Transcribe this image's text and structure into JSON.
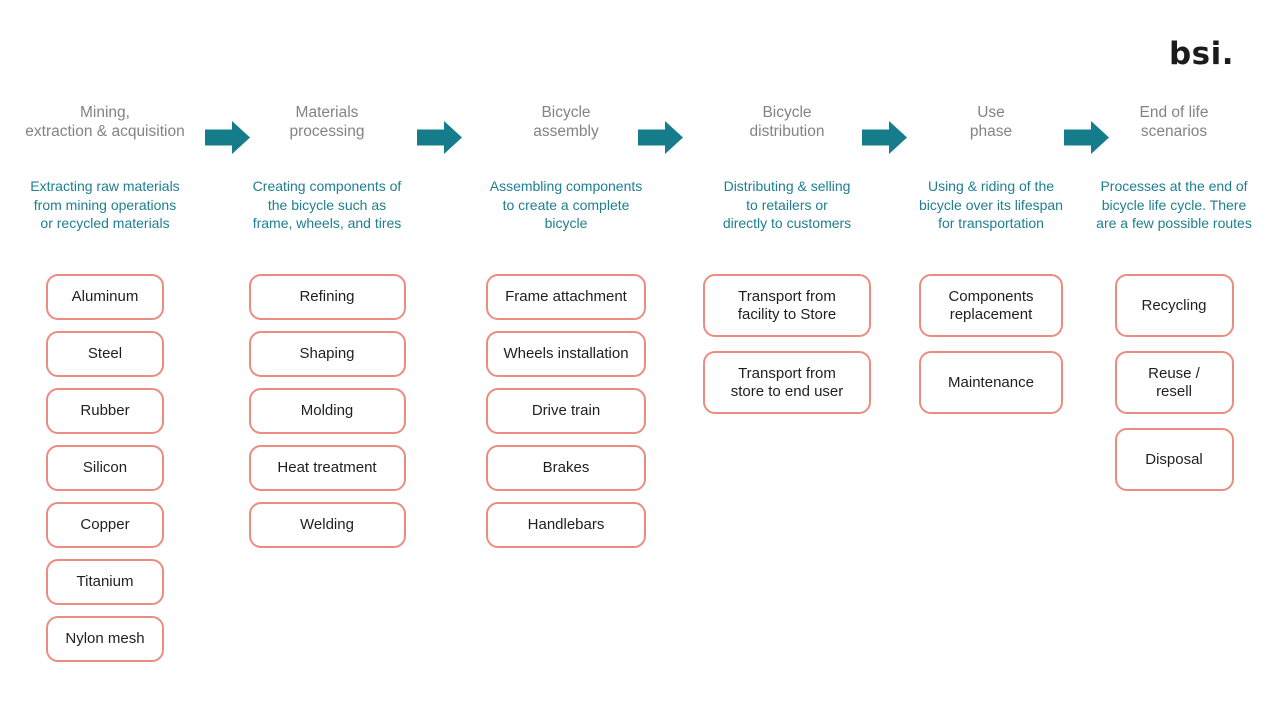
{
  "logo_text": "bsi.",
  "colors": {
    "arrow_teal": "#147c8b",
    "description_teal": "#1e7f90",
    "title_gray": "#818386",
    "box_border_salmon": "#ec8c80",
    "box_text": "#1f1f1f",
    "background": "#ffffff"
  },
  "stages": [
    {
      "title": "Mining,\nextraction & acquisition",
      "description": "Extracting raw materials\nfrom mining operations\nor recycled materials",
      "items": [
        "Aluminum",
        "Steel",
        "Rubber",
        "Silicon",
        "Copper",
        "Titanium",
        "Nylon mesh"
      ]
    },
    {
      "title": "Materials\nprocessing",
      "description": "Creating components of\nthe bicycle such as\nframe, wheels, and tires",
      "items": [
        "Refining",
        "Shaping",
        "Molding",
        "Heat treatment",
        "Welding"
      ]
    },
    {
      "title": "Bicycle\nassembly",
      "description": "Assembling components\nto create a complete\nbicycle",
      "items": [
        "Frame attachment",
        "Wheels installation",
        "Drive train",
        "Brakes",
        "Handlebars"
      ]
    },
    {
      "title": "Bicycle\ndistribution",
      "description": "Distributing & selling\nto retailers or\ndirectly to customers",
      "items": [
        "Transport from\nfacility to Store",
        "Transport from\nstore to end user"
      ]
    },
    {
      "title": "Use\nphase",
      "description": "Using & riding of the\nbicycle over its lifespan\nfor transportation",
      "items": [
        "Components\nreplacement",
        "Maintenance"
      ]
    },
    {
      "title": "End of life\nscenarios",
      "description": "Processes at the end of\nbicycle life cycle. There\nare a few possible routes",
      "items": [
        "Recycling",
        "Reuse /\nresell",
        "Disposal"
      ]
    }
  ]
}
